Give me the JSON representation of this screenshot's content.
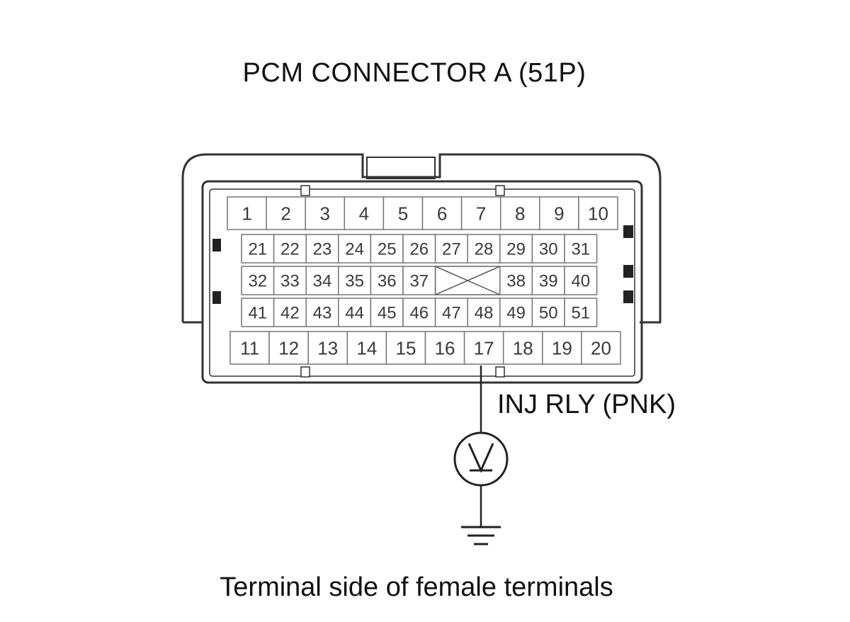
{
  "title": "PCM CONNECTOR A (51P)",
  "caption": "Terminal side of female terminals",
  "wire_label": "INJ RLY (PNK)",
  "probe_terminal": "17",
  "meter_icon": "voltmeter-icon",
  "ground_icon": "ground-icon",
  "connector": {
    "rows": [
      [
        "1",
        "2",
        "3",
        "4",
        "5",
        "6",
        "7",
        "8",
        "9",
        "10"
      ],
      [
        "21",
        "22",
        "23",
        "24",
        "25",
        "26",
        "27",
        "28",
        "29",
        "30",
        "31"
      ],
      [
        "32",
        "33",
        "34",
        "35",
        "36",
        "37",
        "",
        "38",
        "39",
        "40"
      ],
      [
        "41",
        "42",
        "43",
        "44",
        "45",
        "46",
        "47",
        "48",
        "49",
        "50",
        "51"
      ],
      [
        "11",
        "12",
        "13",
        "14",
        "15",
        "16",
        "17",
        "18",
        "19",
        "20"
      ]
    ]
  },
  "colors": {
    "line": "#333333",
    "pin_border": "#777777"
  }
}
